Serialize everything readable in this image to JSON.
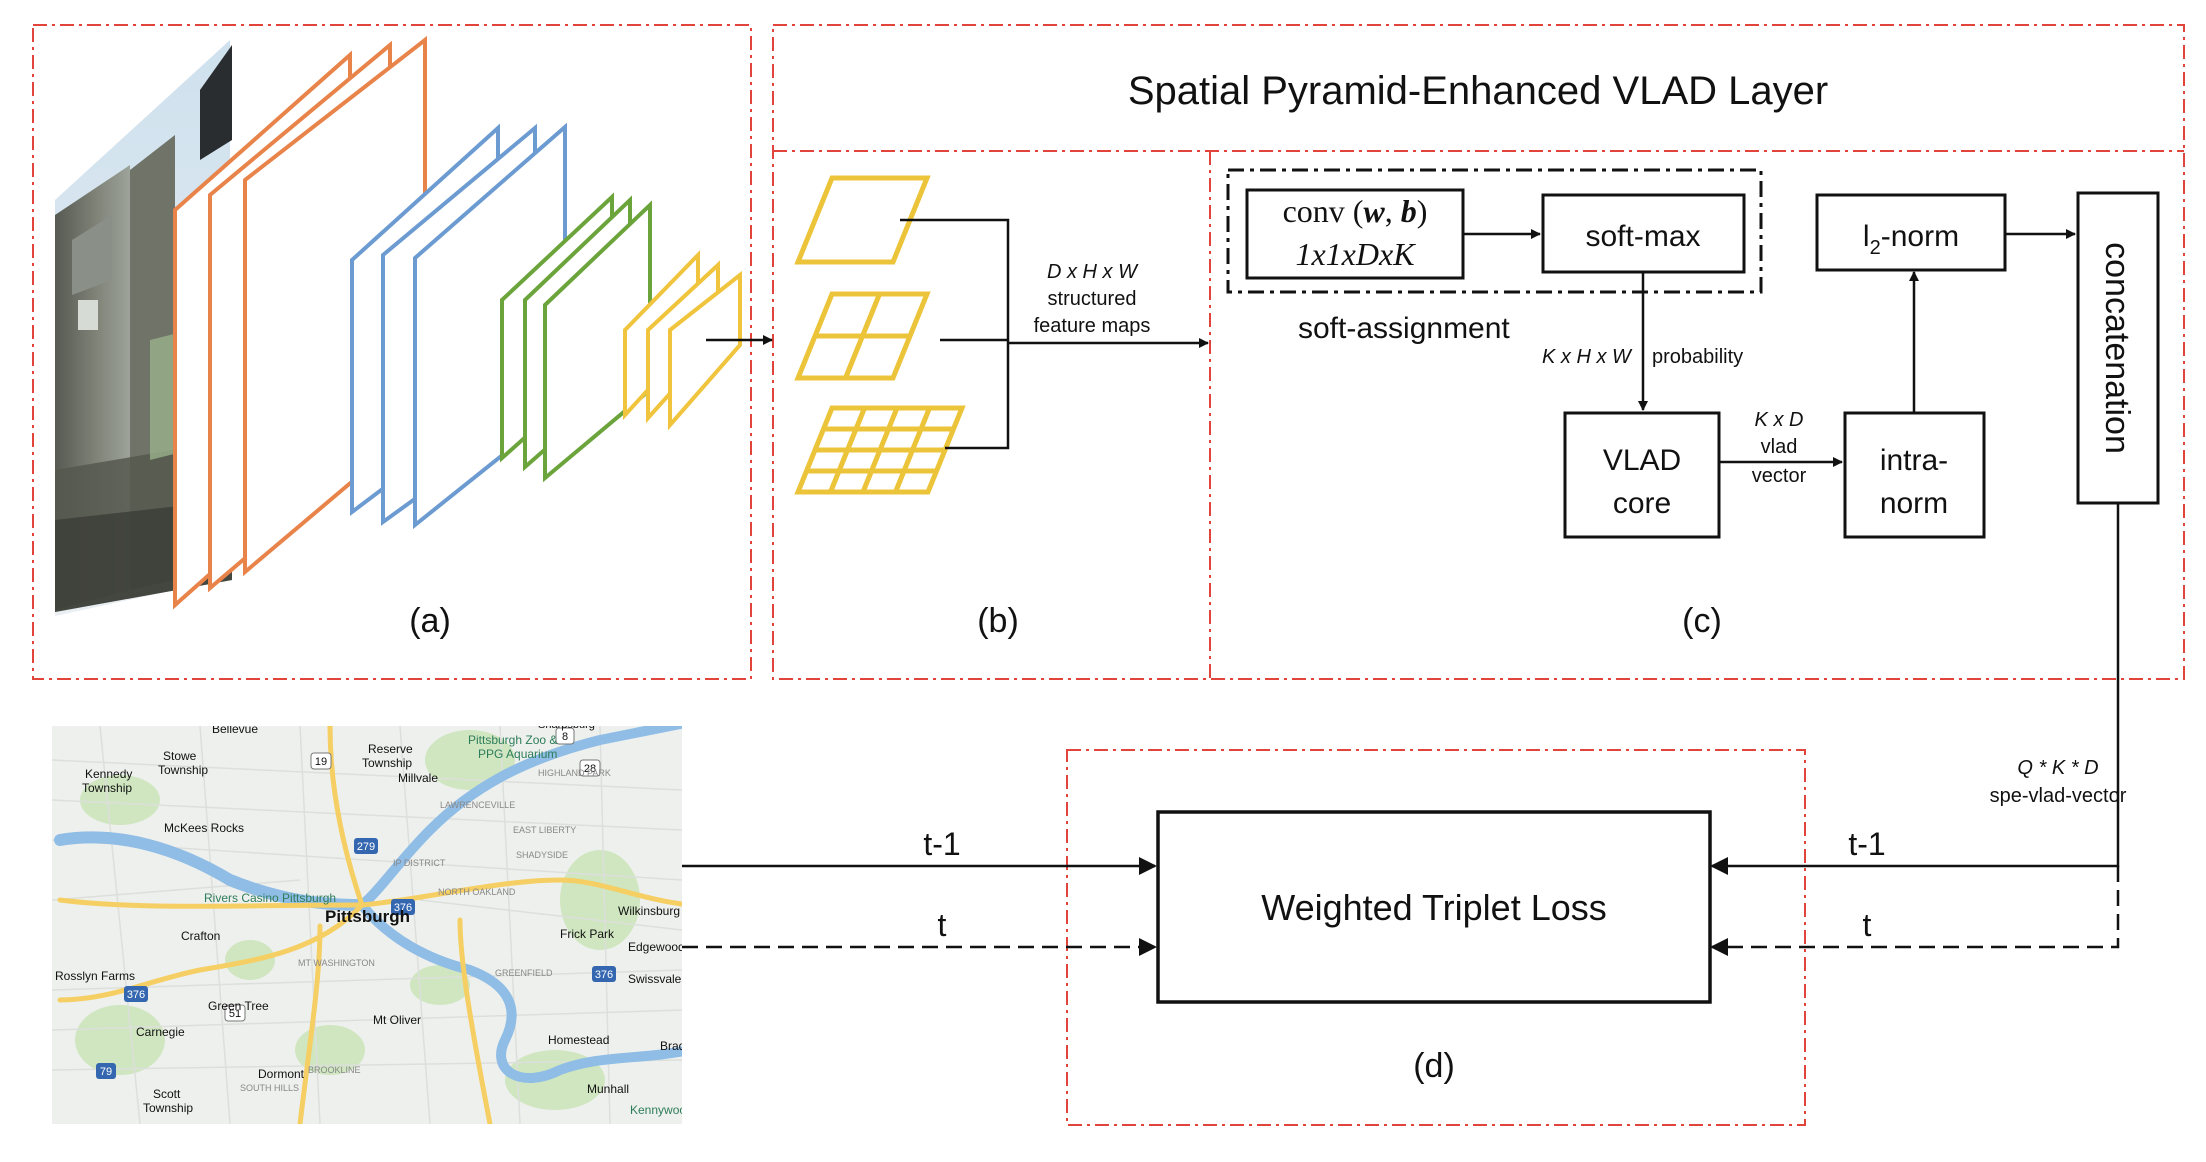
{
  "title": "Spatial Pyramid-Enhanced VLAD Layer",
  "panels": {
    "a": "(a)",
    "b": "(b)",
    "c": "(c)",
    "d": "(d)"
  },
  "flow_labels": {
    "feature_maps_dims": "D x H x W",
    "feature_maps_line1": "structured",
    "feature_maps_line2": "feature maps",
    "probability_dims": "K x H x  W",
    "probability_word": "probability",
    "vlad_vector_dims": "K x D",
    "vlad_vector_line1": "vlad",
    "vlad_vector_line2": "vector",
    "spe_dims": "Q * K * D",
    "spe_name": "spe-vlad-vector"
  },
  "blocks": {
    "conv_line1": "conv (w, b)",
    "conv_line2": "1x1xDxK",
    "softmax": "soft-max",
    "soft_assignment": "soft-assignment",
    "vlad_core_line1": "VLAD",
    "vlad_core_line2": "core",
    "intra_norm_line1": "intra-",
    "intra_norm_line2": "norm",
    "l2_norm_base": "l",
    "l2_norm_sub": "2",
    "l2_norm_rest": "-norm",
    "concatenation": "concatenation",
    "weighted_triplet_loss": "Weighted Triplet Loss"
  },
  "arrows": {
    "left_solid": "t-1",
    "left_dashed": "t",
    "right_solid": "t-1",
    "right_dashed": "t"
  },
  "map_labels": {
    "bellevue": "Bellevue",
    "stowe_township": "Stowe\nTownship",
    "kennedy_township": "Kennedy\nTownship",
    "reserve_township": "Reserve\nTownship",
    "millvale": "Millvale",
    "pittsburgh_zoo": "Pittsburgh Zoo &\nPPG Aquarium",
    "sharpsburg": "Sharpsburg",
    "highland_park": "HIGHLAND PARK",
    "lawrenceville": "LAWRENCEVILLE",
    "mckees_rocks": "McKees Rocks",
    "east_liberty": "EAST LIBERTY",
    "shadyside": "SHADYSIDE",
    "strip_district": "IP DISTRICT",
    "rivers_casino": "Rivers Casino Pittsburgh",
    "north_oakland": "NORTH OAKLAND",
    "wilkinsburg": "Wilkinsburg",
    "pittsburgh": "Pittsburgh",
    "crafton": "Crafton",
    "frick_park": "Frick Park",
    "edgewood": "Edgewood",
    "mt_washington": "MT WASHINGTON",
    "greenfield": "GREENFIELD",
    "swissvale": "Swissvale",
    "rosslyn_farms": "Rosslyn Farms",
    "green_tree": "Green Tree",
    "mt_oliver": "Mt Oliver",
    "carnegie": "Carnegie",
    "homestead": "Homestead",
    "dormont": "Dormont",
    "south_hills": "SOUTH HILLS",
    "brookline": "BROOKLINE",
    "scott_township": "Scott\nTownship",
    "munhall": "Munhall",
    "kennywood": "Kennywoo",
    "brad": "Brad",
    "hw_279": "279",
    "hw_376": "376",
    "hw_19": "19",
    "hw_51": "51",
    "hw_79": "79",
    "hw_28": "28",
    "hw_8": "8"
  },
  "colors": {
    "dashed_frame": "#e0443a",
    "cnn_orange": "#e8834a",
    "cnn_blue": "#6c9bd2",
    "cnn_green": "#6ca43c",
    "cnn_yellow": "#f0c43c",
    "pyramid_yellow": "#ecc43a",
    "map_land": "#eef0ed",
    "map_park": "#cfe6c0",
    "map_water": "#8fbde6",
    "map_highway": "#f5cf63"
  }
}
